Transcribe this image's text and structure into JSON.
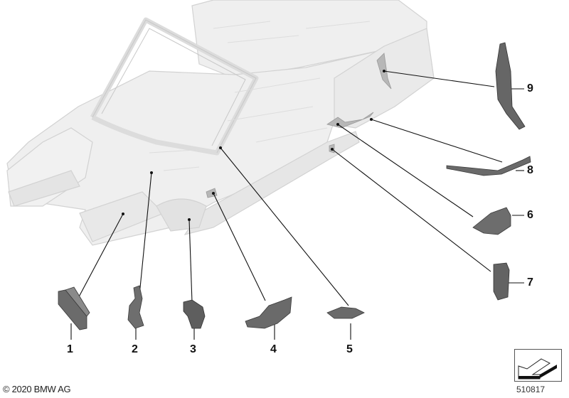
{
  "diagram": {
    "title": "BMW body-in-white convertible chassis with trim/bracket parts",
    "copyright": "© 2020 BMW AG",
    "reference_number": "510817",
    "parts": [
      {
        "number": "1",
        "label": "1"
      },
      {
        "number": "2",
        "label": "2"
      },
      {
        "number": "3",
        "label": "3"
      },
      {
        "number": "4",
        "label": "4"
      },
      {
        "number": "5",
        "label": "5"
      },
      {
        "number": "6",
        "label": "6"
      },
      {
        "number": "7",
        "label": "7"
      },
      {
        "number": "8",
        "label": "8"
      },
      {
        "number": "9",
        "label": "9"
      }
    ],
    "colors": {
      "body": "#ececec",
      "body_edge": "#cfcfcf",
      "part": "#6a6a6a",
      "part_dark": "#3e3e3e",
      "leader": "#111111"
    }
  }
}
